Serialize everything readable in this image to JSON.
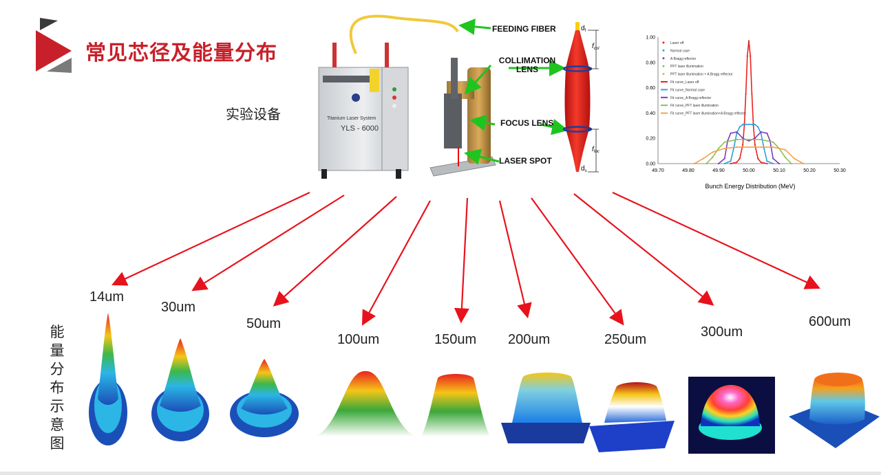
{
  "slide": {
    "title": "常见芯径及能量分布",
    "subtitle": "实验设备",
    "vertical_label": [
      "能",
      "量",
      "分",
      "布",
      "示",
      "意",
      "图"
    ]
  },
  "equipment": {
    "front_panel_text": "Titanium Laser System",
    "model": "YLS - 6000"
  },
  "optics": {
    "labels": [
      "FEEDING FIBER",
      "COLLIMATION LENS",
      "FOCUS LENS",
      "LASER SPOT"
    ],
    "symbols": [
      "d",
      "f",
      "f",
      "d"
    ],
    "symbol_subs": [
      "f",
      "col",
      "foc",
      "s"
    ]
  },
  "profiles": [
    {
      "label": "14um"
    },
    {
      "label": "30um"
    },
    {
      "label": "50um"
    },
    {
      "label": "100um"
    },
    {
      "label": "150um"
    },
    {
      "label": "200um"
    },
    {
      "label": "250um"
    },
    {
      "label": "300um"
    },
    {
      "label": "600um"
    }
  ],
  "colors": {
    "accent": "#c8202a",
    "arrow": "#e8121c",
    "pointer": "#1fc41f",
    "beam": "#e8231f",
    "lens": "#1a3fa0"
  },
  "chart_data": {
    "type": "line",
    "xlabel": "Bunch Energy Distribution (MeV)",
    "ylabel": "",
    "xlim": [
      49.7,
      50.3
    ],
    "ylim": [
      0,
      1.0
    ],
    "xticks": [
      "49.70",
      "49.80",
      "49.90",
      "50.00",
      "50.10",
      "50.20",
      "50.30"
    ],
    "yticks": [
      "0.00",
      "0.20",
      "0.40",
      "0.60",
      "0.80",
      "1.00"
    ],
    "grid": false,
    "legend_position": "top-left",
    "legend": [
      "Laser off",
      "Normal case",
      "A Bragg reflector",
      "PFT laser illumination",
      "PFT laser illumination + A Bragg reflector",
      "Fit curve_Laser off",
      "Fit curve_Normal case",
      "Fit curve_A Bragg reflector",
      "Fit curve_PFT laser illumination",
      "Fit curve_PFT laser illumination+A Bragg reflector"
    ],
    "series": [
      {
        "color": "#e8231f",
        "x": [
          49.94,
          49.96,
          49.97,
          49.98,
          49.985,
          49.99,
          49.995,
          50.0,
          50.005,
          50.01,
          50.015,
          50.02,
          50.03,
          50.04,
          50.06
        ],
        "y": [
          0.0,
          0.01,
          0.04,
          0.15,
          0.3,
          0.55,
          0.85,
          0.97,
          0.85,
          0.55,
          0.3,
          0.15,
          0.04,
          0.01,
          0.0
        ]
      },
      {
        "color": "#2aa0e0",
        "x": [
          49.92,
          49.94,
          49.95,
          49.96,
          49.97,
          49.98,
          49.99,
          50.0,
          50.01,
          50.02,
          50.03,
          50.04,
          50.05,
          50.06,
          50.08
        ],
        "y": [
          0.0,
          0.02,
          0.12,
          0.24,
          0.29,
          0.31,
          0.31,
          0.31,
          0.31,
          0.31,
          0.29,
          0.24,
          0.12,
          0.02,
          0.0
        ]
      },
      {
        "color": "#7b3fb0",
        "x": [
          49.9,
          49.92,
          49.93,
          49.94,
          49.96,
          49.98,
          50.0,
          50.02,
          50.04,
          50.06,
          50.07,
          50.08,
          50.1
        ],
        "y": [
          0.0,
          0.04,
          0.18,
          0.24,
          0.25,
          0.2,
          0.18,
          0.2,
          0.25,
          0.24,
          0.18,
          0.04,
          0.0
        ]
      },
      {
        "color": "#8cc04a",
        "x": [
          49.86,
          49.88,
          49.9,
          49.92,
          49.96,
          50.0,
          50.04,
          50.08,
          50.1,
          50.12,
          50.14
        ],
        "y": [
          0.0,
          0.05,
          0.12,
          0.17,
          0.19,
          0.19,
          0.19,
          0.17,
          0.12,
          0.05,
          0.0
        ]
      },
      {
        "color": "#f2a24a",
        "x": [
          49.82,
          49.85,
          49.88,
          49.92,
          49.96,
          50.0,
          50.04,
          50.08,
          50.12,
          50.15,
          50.18
        ],
        "y": [
          0.0,
          0.04,
          0.09,
          0.12,
          0.13,
          0.13,
          0.13,
          0.13,
          0.11,
          0.04,
          0.0
        ]
      }
    ]
  }
}
